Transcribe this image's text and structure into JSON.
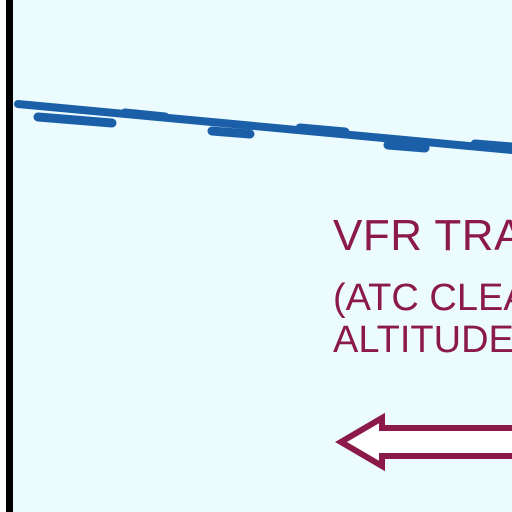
{
  "colors": {
    "background": "#ebfbfe",
    "border": "#000000",
    "boundary_line": "#1a5fa8",
    "text_accent": "#8b1a4a"
  },
  "labels": {
    "title": "VFR TRA",
    "subtitle_line1": "(ATC CLEA",
    "subtitle_line2": "ALTITUDE"
  },
  "icons": {
    "arrow": "left-arrow-icon"
  }
}
